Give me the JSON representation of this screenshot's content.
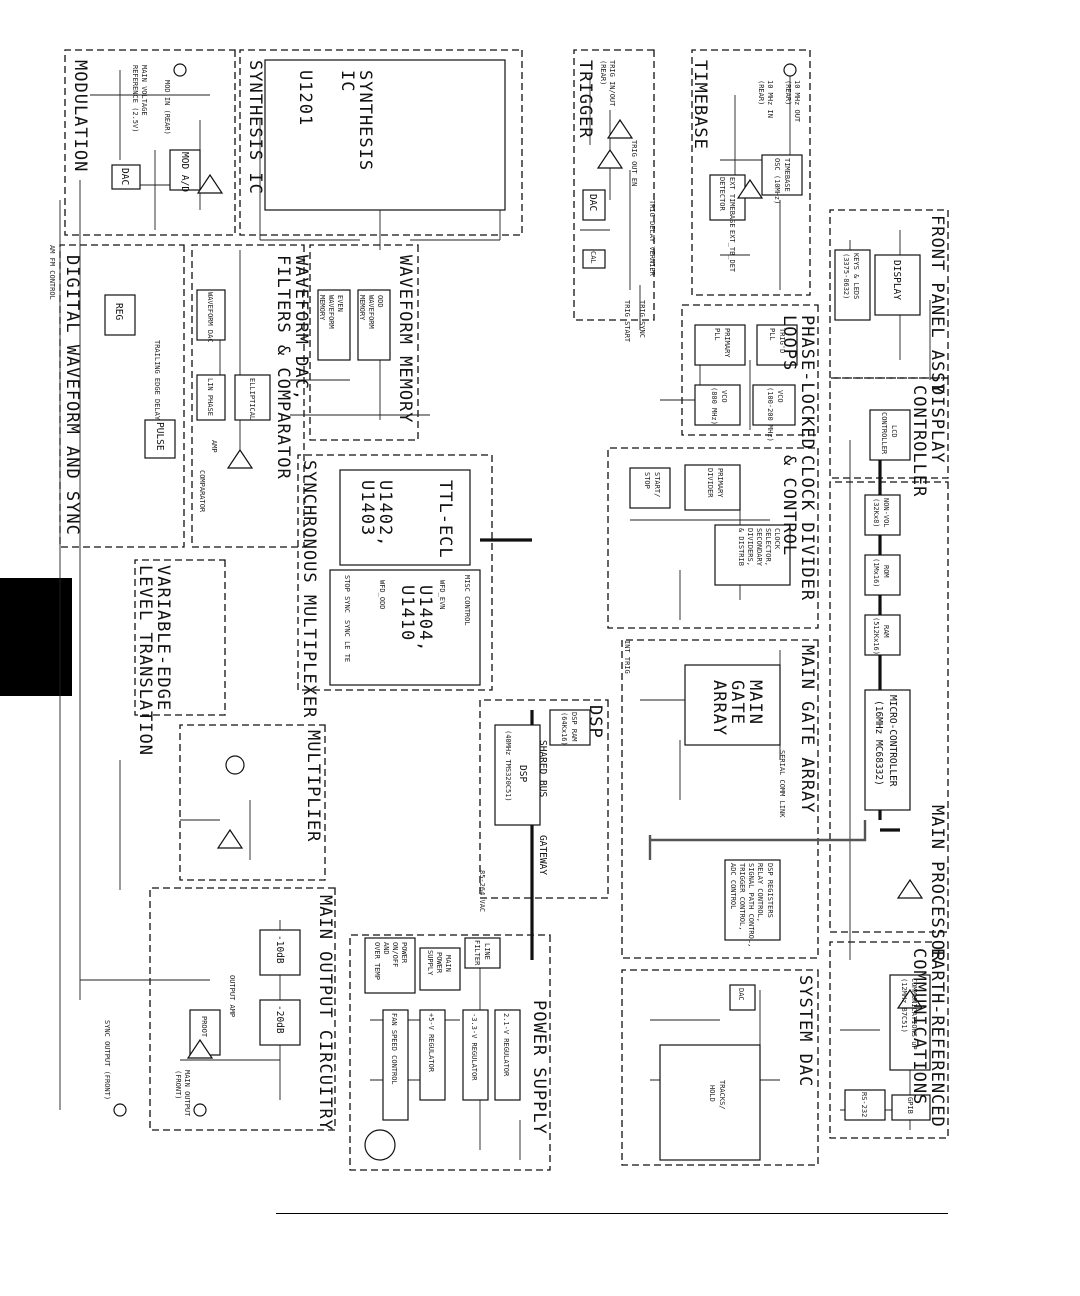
{
  "sections": {
    "modulation": "MODULATION",
    "synthesis_ic": "SYNTHESIS IC",
    "trigger": "TRIGGER",
    "timebase": "TIMEBASE",
    "front_panel": "FRONT PANEL ASSY",
    "digital_waveform": "DIGITAL WAVEFORM AND SYNC",
    "wfm_dac_1": "WAVEFORM DAC,",
    "wfm_dac_2": "FILTERS & COMPARATOR",
    "wfm_memory": "WAVEFORM MEMORY",
    "pll": "PHASE-LOCKED",
    "pll2": "LOOPS",
    "display_ctrl": "DISPLAY",
    "display_ctrl2": "CONTROLLER",
    "sync_mux": "SYNCHRONOUS MULTIPLEXER",
    "clock_div": "CLOCK DIVIDER",
    "clock_div2": "& CONTROL",
    "var_edge": "VARIABLE-EDGE",
    "var_edge2": "LEVEL TRANSLATION",
    "main_gate": "MAIN GATE ARRAY",
    "dsp": "DSP",
    "main_proc": "MAIN PROCESSOR",
    "multiplier": "MULTIPLIER",
    "earth_ref": "EARTH-REFERENCED",
    "earth_ref2": "COMMUNICATIONS",
    "main_output": "MAIN OUTPUT CIRCUITRY",
    "system_dac": "SYSTEM DAC",
    "power_supply": "POWER SUPPLY"
  },
  "blocks": {
    "u1201": "U1201",
    "synth1": "SYNTHESIS",
    "synth2": "IC",
    "mod_dac": "DAC",
    "mod_ad": "MOD A/D",
    "mod_in": "MOD IN (REAR)",
    "main_vref": "MAIN VOLTAGE",
    "main_vref2": "REFERENCE (2.5V)",
    "trig_dac": "DAC",
    "trig_cal": "CAL",
    "trig_io": "TRIG IN/OUT",
    "trig_io2": "(REAR)",
    "trig_out_en": "TRIG OUT EN",
    "tb_osc": "TIMEBASE",
    "tb_osc2": "OSC (10MHz)",
    "tb_det": "EXT TIMEBASE",
    "tb_det2": "DETECTOR",
    "tb_out": "10 MHz OUT",
    "tb_out2": "(REAR)",
    "tb_in": "10 MHz IN",
    "tb_in2": "(REAR)",
    "ext_tb_det": "EXT_TB_DET",
    "display": "DISPLAY",
    "keys": "KEYS & LEDS",
    "keys2": "(3375-8632)",
    "reg": "REG",
    "trailing": "TRAILING EDGE DELAY",
    "pulse": "PULSE",
    "wdac": "WAVEFORM DAC",
    "elliptical": "ELLIPTICAL",
    "linphase": "LIN PHASE",
    "amp": "AMP",
    "comparator": "COMPARATOR",
    "odd_mem": "ODD",
    "odd_mem2": "WAVEFORM",
    "odd_mem3": "MEMORY",
    "even_mem": "EVEN",
    "even_mem2": "WAVEFORM",
    "even_mem3": "MEMORY",
    "primary_pll": "PRIMARY",
    "primary_pll2": "PLL",
    "trig_pll": "TRIG'D",
    "trig_pll2": "PLL",
    "vco1": "VCO",
    "vco1b": "(800 MHz)",
    "vco2": "VCO",
    "vco2b": "(100-200 MHz)",
    "lcd": "LCD",
    "lcd2": "CONTROLLER",
    "ttl_ecl": "TTL-ECL",
    "u1402": "U1402,",
    "u1403": "U1403",
    "u1404": "U1404,",
    "u1410": "U1410",
    "wfd_odd": "WFD_ODD",
    "wfd_evn": "WFD_EVN",
    "misc_ctrl": "MISC CONTROL",
    "stop_sync": "STOP SYNC",
    "sync_le": "SYNC LE TE",
    "primary_div": "PRIMARY",
    "primary_div2": "DIVIDER",
    "start_stop": "START/",
    "start_stop2": "STOP",
    "clk_sel": "CLOCK",
    "clk_sel2": "SELECTOR,",
    "clk_sel3": "SECONDARY",
    "clk_sel4": "DIVIDERS,",
    "clk_sel5": "& DISTRIB",
    "nvram": "NON-VOL",
    "nvram2": "(32Kx8)",
    "rom": "ROM",
    "rom2": "(1Mx16)",
    "ram": "RAM",
    "ram2": "(512Kx16)",
    "mgate": "MAIN",
    "mgate2": "GATE",
    "mgate3": "ARRAY",
    "mcu": "MICRO-CONTROLLER",
    "mcu2": "(16MHz MC68332)",
    "dsp_ram": "DSP RAM",
    "dsp_ram2": "(64Kx16)",
    "dsp_chip": "DSP",
    "dsp_chip2": "(40MHz TMS320C51)",
    "shared_bus": "SHARED BUS",
    "gateway": "GATEWAY",
    "dsp_regs": "DSP REGISTERS",
    "dsp_regs2": "RELAY CONTROL,",
    "dsp_regs3": "SIGNAL PATH CONTROL,",
    "dsp_regs4": "TRIGGER CONTROL,",
    "dsp_regs5": "ADC CONTROL",
    "comm_up": "COMMUNICATIONS uP",
    "comm_up2": "(12MHz 87C51)",
    "rs232": "RS-232",
    "gpib": "GPIB",
    "att10": "-10dB",
    "att20": "-20dB",
    "output_amp": "OUTPUT AMP",
    "proot": "PROOT",
    "main_output": "MAIN OUTPUT",
    "main_output2": "(FRONT)",
    "sync_output": "SYNC OUTPUT (FRONT)",
    "line_filter": "LINE",
    "line_filter2": "FILTER",
    "main_ps": "MAIN",
    "main_ps2": "POWER",
    "main_ps3": "SUPPLY",
    "pwr_onoff": "POWER",
    "pwr_onoff2": "ON/OFF",
    "pwr_onoff3": "AND",
    "pwr_onoff4": "OVER TEMP",
    "reg21": "2.1-V REGULATOR",
    "reg33": "-3.3-V REGULATOR",
    "reg5": "+5-V REGULATOR",
    "fan": "FAN SPEED CONTROL",
    "sysdac": "DAC",
    "trackhold": "TRACKS/",
    "trackhold2": "HOLD",
    "mains": "85-264 VAC",
    "int_trig": "INT TRIG",
    "trig_start": "TRIG START",
    "trig_sync": "TRIG SYNC",
    "trig_delay": "TRIG DELAY VERNIER",
    "serial_comm": "SERIAL COMM LINK",
    "am_fm": "AM FM CONTROL"
  }
}
